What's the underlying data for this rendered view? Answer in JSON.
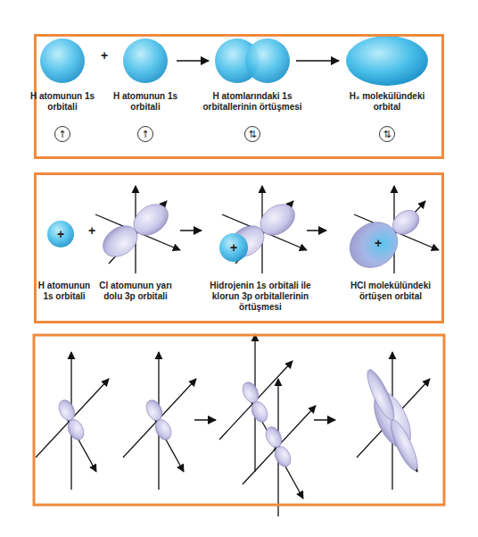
{
  "diagram": {
    "nodes": [
      {
        "text": [
          "H atomunun 1s orbitali",
          "H atomunun 1s orbitali",
          "H atomlarındaki 1s orbitallerinin örtüşmesi",
          "H₂ molekülündeki orbital"
        ]
      },
      {
        "text": [
          "↑"
        ],
        "in": 0
      },
      {
        "text": [
          "↑"
        ],
        "in": 0
      },
      {
        "text": [
          "⇅"
        ],
        "in": 0
      },
      {
        "text": [
          "⇅"
        ],
        "in": 0
      },
      {
        "text": [
          "H atomunun 1s orbitali",
          "Cl atomunun yarı dolu 3p orbitali",
          "Hidrojenin 1s orbitali ile klorun 3p orbitallerinin örtüşmesi",
          "HCl molekülündeki örtüşen orbital"
        ]
      }
    ],
    "labels": [
      "+",
      "+",
      "+",
      "+",
      "+"
    ]
  }
}
